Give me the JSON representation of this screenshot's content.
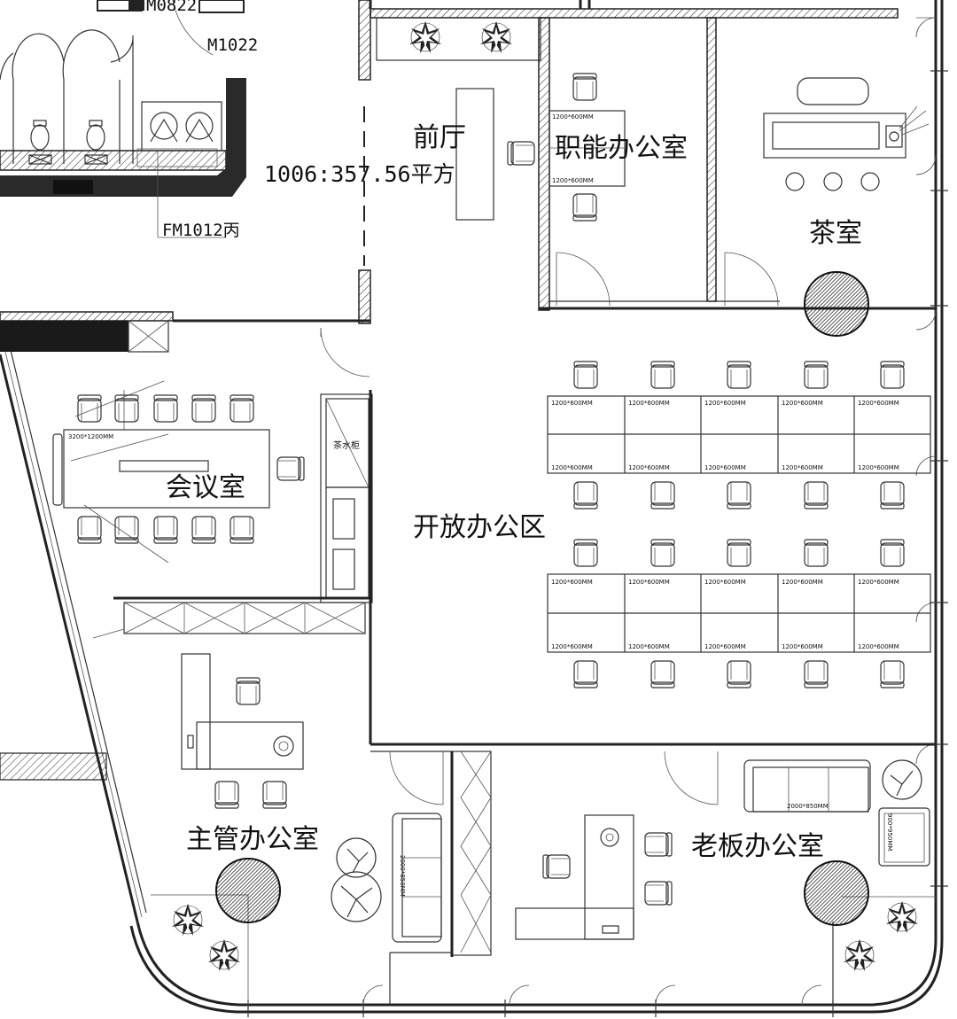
{
  "rooms": {
    "front_hall": "前厅",
    "front_hall_area": "1006:357.56平方",
    "functional_office": "职能办公室",
    "tea_room": "茶室",
    "meeting_room": "会议室",
    "open_office": "开放办公区",
    "supervisor_office": "主管办公室",
    "boss_office": "老板办公室",
    "tea_cabinet": "茶水柜"
  },
  "door_codes": {
    "m0822": "M0822",
    "m1022": "M1022",
    "fm1012": "FM1012丙"
  },
  "dimensions": {
    "desk": "1200*600MM",
    "meeting_table": "3200*1200MM",
    "sofa_boss": "2000*850MM",
    "sofa_side": "2000*850MM",
    "chair_boss": "900*950MM"
  }
}
